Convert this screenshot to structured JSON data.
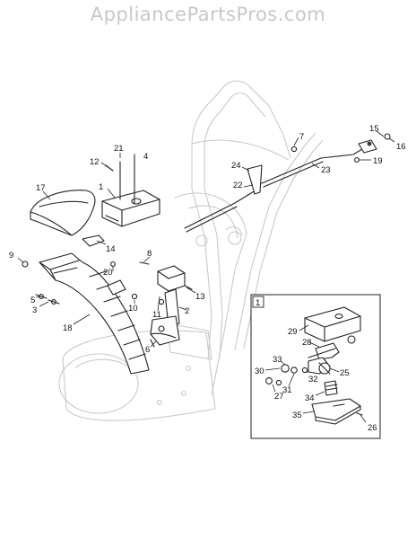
{
  "watermark": "AppliancePartsPros.com",
  "inset_label": "1",
  "callouts": [
    "1",
    "2",
    "3",
    "4",
    "5",
    "6",
    "7",
    "8",
    "9",
    "10",
    "11",
    "12",
    "13",
    "14",
    "15",
    "16",
    "17",
    "18",
    "19",
    "20",
    "21",
    "22",
    "23",
    "24",
    "25",
    "26",
    "27",
    "28",
    "29",
    "30",
    "31",
    "32",
    "33",
    "34",
    "35"
  ]
}
